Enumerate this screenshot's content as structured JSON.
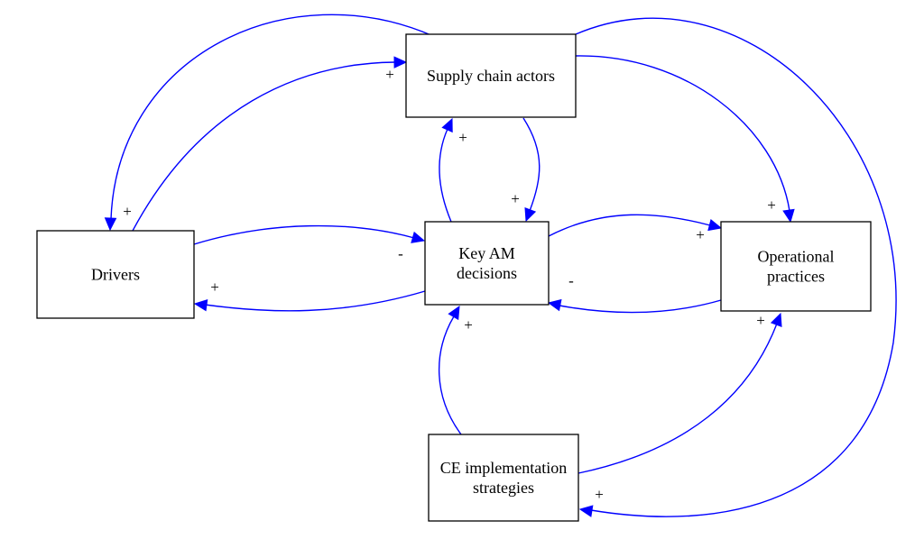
{
  "colors": {
    "edge": "#0000ff",
    "node_border": "#000000",
    "background": "#ffffff"
  },
  "nodes": {
    "supply_chain_actors": {
      "lines": [
        "Supply chain actors"
      ]
    },
    "drivers": {
      "lines": [
        "Drivers"
      ]
    },
    "key_am_decisions": {
      "lines": [
        "Key AM",
        "decisions"
      ]
    },
    "operational_practices": {
      "lines": [
        "Operational",
        "practices"
      ]
    },
    "ce_implementation_strategies": {
      "lines": [
        "CE implementation",
        "strategies"
      ]
    }
  },
  "edges": [
    {
      "from": "supply_chain_actors",
      "to": "drivers",
      "polarity": "+"
    },
    {
      "from": "drivers",
      "to": "supply_chain_actors",
      "polarity": "+"
    },
    {
      "from": "supply_chain_actors",
      "to": "key_am_decisions",
      "polarity": "+"
    },
    {
      "from": "key_am_decisions",
      "to": "supply_chain_actors",
      "polarity": "+"
    },
    {
      "from": "supply_chain_actors",
      "to": "operational_practices",
      "polarity": "+"
    },
    {
      "from": "supply_chain_actors",
      "to": "ce_implementation_strategies",
      "polarity": "+"
    },
    {
      "from": "drivers",
      "to": "key_am_decisions",
      "polarity": "-"
    },
    {
      "from": "key_am_decisions",
      "to": "drivers",
      "polarity": "+"
    },
    {
      "from": "key_am_decisions",
      "to": "operational_practices",
      "polarity": "+"
    },
    {
      "from": "operational_practices",
      "to": "key_am_decisions",
      "polarity": "-"
    },
    {
      "from": "ce_implementation_strategies",
      "to": "key_am_decisions",
      "polarity": "+"
    },
    {
      "from": "ce_implementation_strategies",
      "to": "operational_practices",
      "polarity": "+"
    }
  ]
}
